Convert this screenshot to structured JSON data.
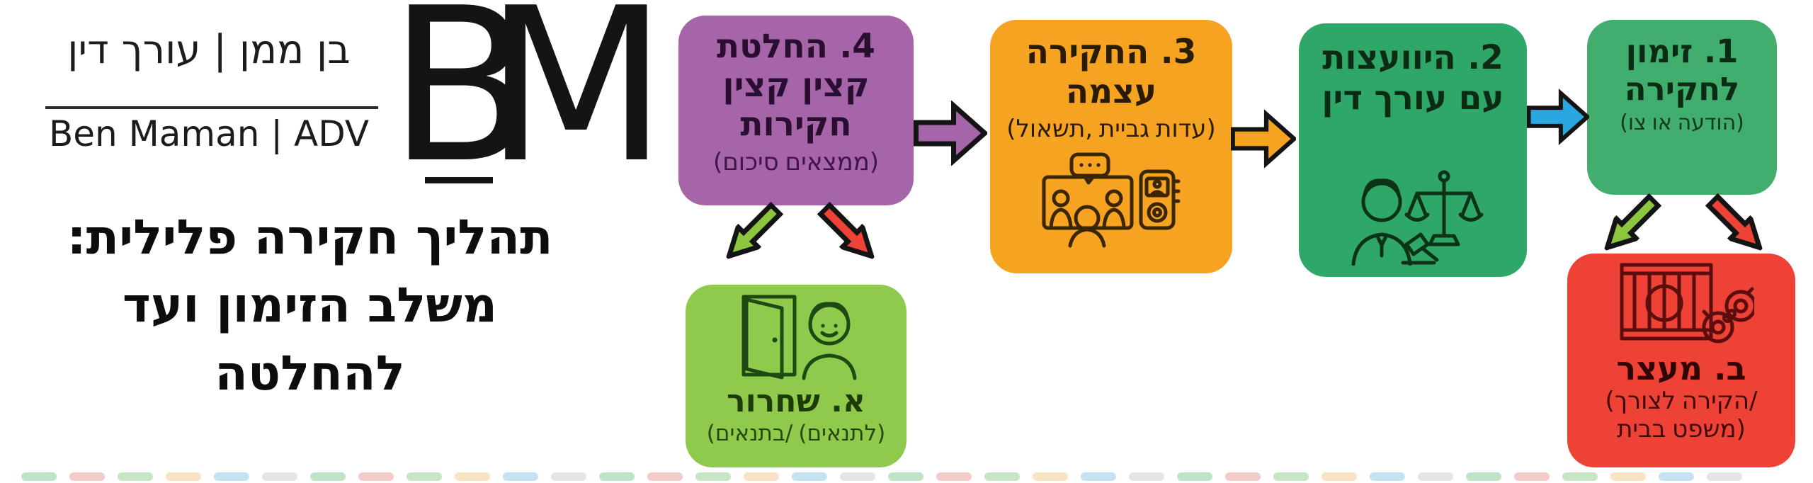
{
  "brand": {
    "name_he": "בן ממן | עורך דין",
    "name_en": "Ben Maman | ADV",
    "monogram_b": "B",
    "monogram_m": "M"
  },
  "title": {
    "line1": "תהליך חקירה פלילית:",
    "line2": "משלב הזימון ועד",
    "line3": "להחלטה"
  },
  "steps": {
    "step1": {
      "heading": "1. זימון לחקירה",
      "heading_lines": [
        "1. זימון",
        "לחקירה"
      ],
      "subtitle": "(צו או הודעה)",
      "color": "#41ae6e"
    },
    "step2": {
      "heading": "2. היוועצות עם עורך דין",
      "heading_lines": [
        "2. היוועצות",
        "עם עורך דין"
      ],
      "color": "#2fa768",
      "icon": "lawyer-scales-gavel"
    },
    "step3": {
      "heading": "3. החקירה עצמה",
      "heading_lines": [
        "3. החקירה",
        "עצמה"
      ],
      "subtitle": "(תשאול, גביית עדות)",
      "color": "#f6a321",
      "icon": "interrogation-recorder"
    },
    "step4": {
      "heading": "4. החלטת קצין קצין חקירות",
      "heading_lines": [
        "4. החלטת",
        "קצין קצין",
        "חקירות"
      ],
      "subtitle": "(סיכום ממצאים)",
      "color": "#a565a8"
    },
    "outcome_a": {
      "heading": "א. שחרור",
      "subtitle": "(בתנאים/ (לתנאים)",
      "color": "#8fca4d",
      "icon": "open-door-person"
    },
    "outcome_b": {
      "heading": "ב. מעצר",
      "subtitle_line1": "(לצורך הקירה/",
      "subtitle_line2": "בבית משפט)",
      "color": "#ee4237",
      "icon": "jail-bars-handcuffs"
    }
  },
  "arrows": {
    "step1_to_step2": "#2ba7df",
    "step2_to_step3": "#f6a321",
    "step3_to_step4": "#a565a8",
    "release_branch": "#8cc63f",
    "arrest_branch": "#ee4237"
  },
  "bottom_strip": {
    "colors": [
      "#7fc98f",
      "#e89a90",
      "#8fcf8f",
      "#f3c98b",
      "#8ec6e6",
      "#cccccc"
    ],
    "dash_count": 36
  }
}
